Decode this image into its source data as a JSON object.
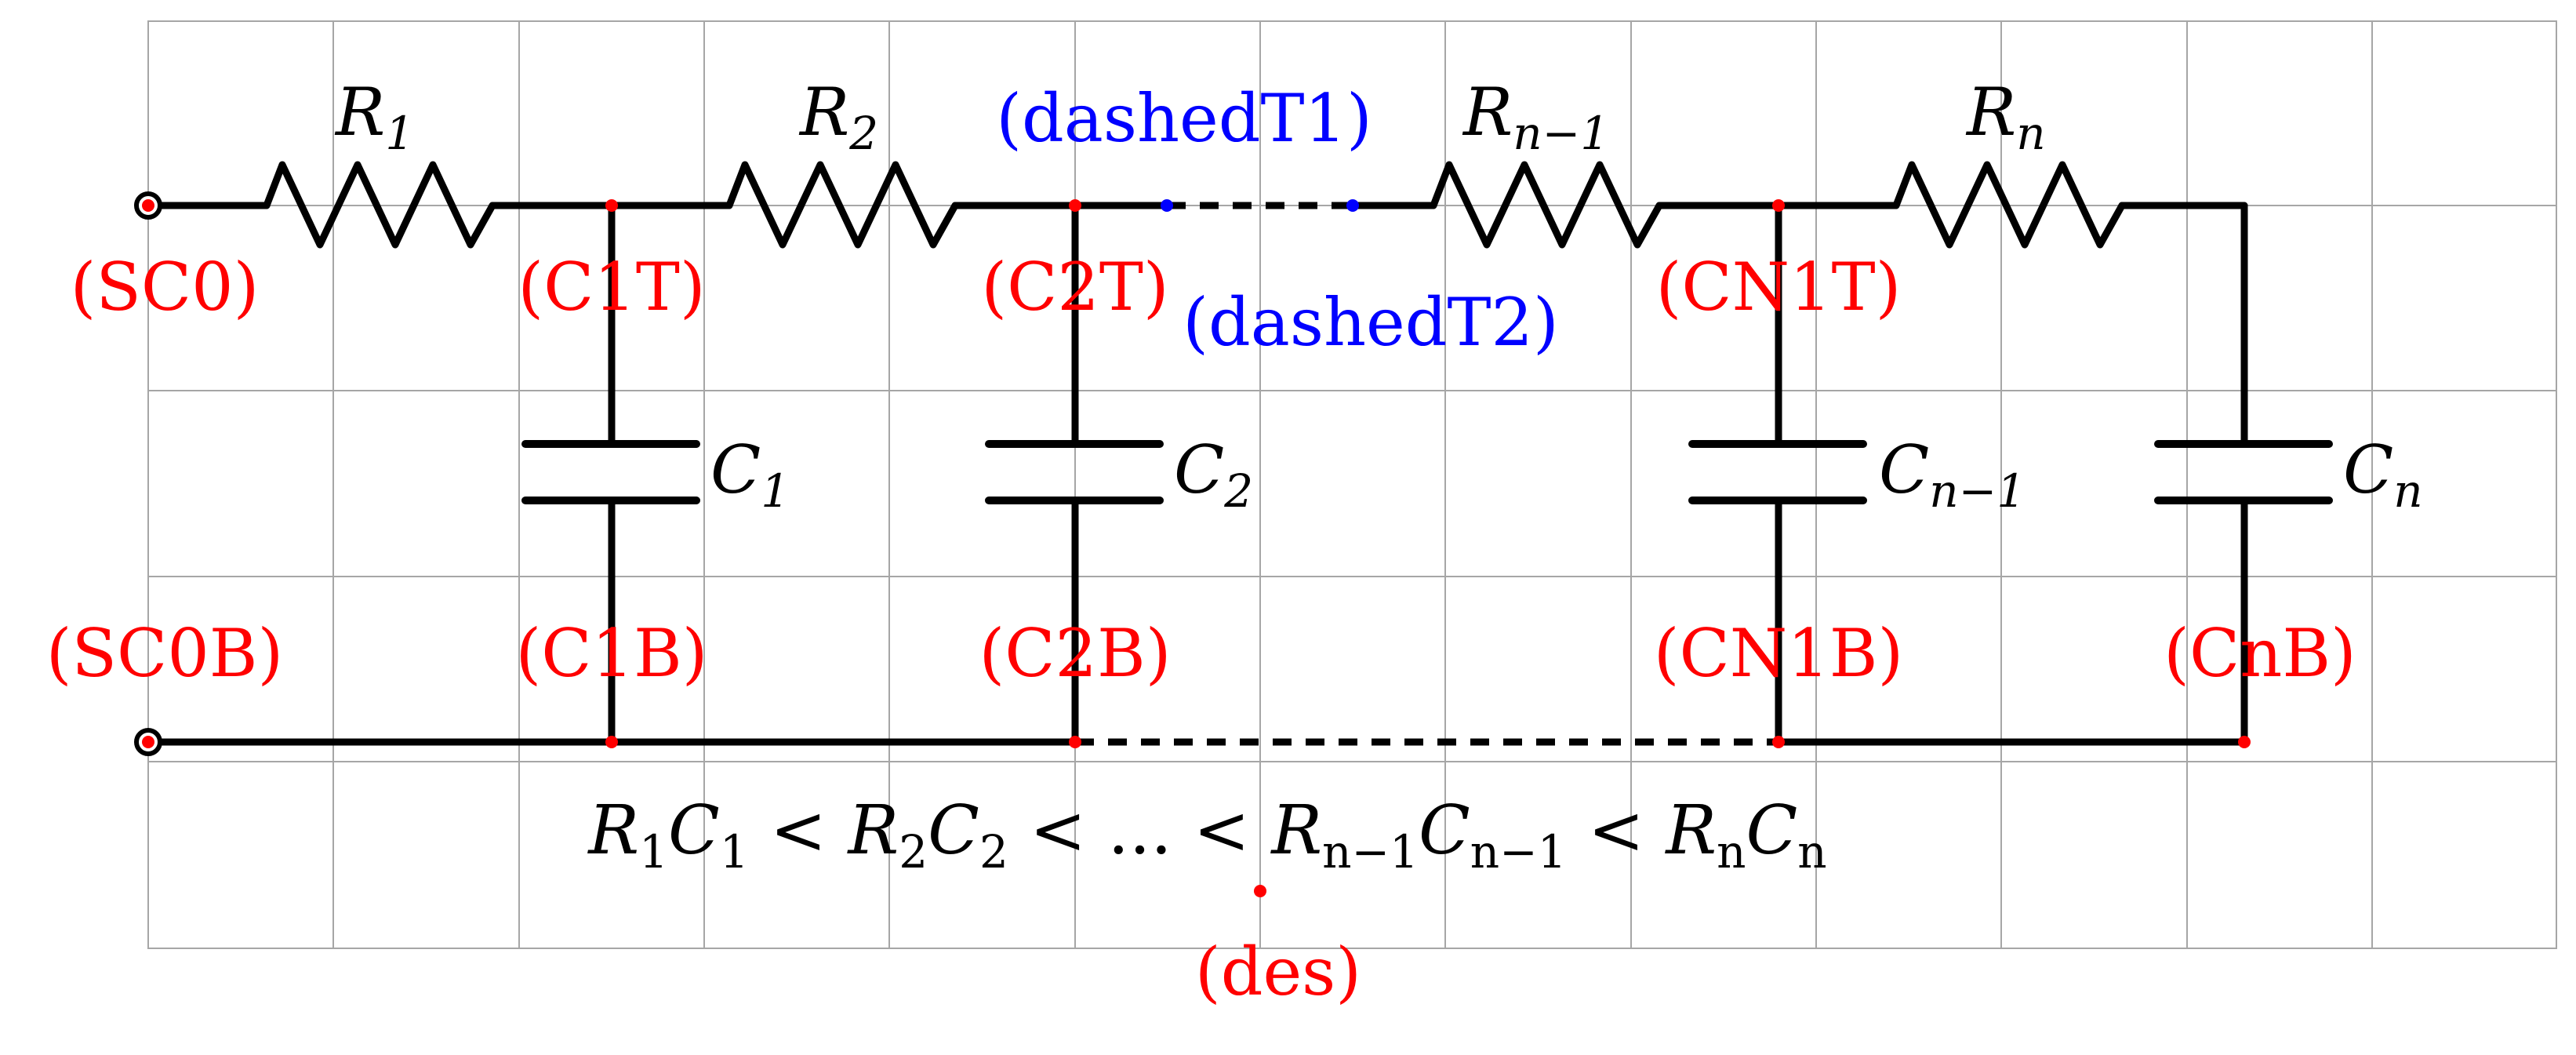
{
  "components": {
    "r1": {
      "base": "R",
      "sub": "1"
    },
    "r2": {
      "base": "R",
      "sub": "2"
    },
    "rn1": {
      "base": "R",
      "sub": "n−1"
    },
    "rn": {
      "base": "R",
      "sub": "n"
    },
    "c1": {
      "base": "C",
      "sub": "1"
    },
    "c2": {
      "base": "C",
      "sub": "2"
    },
    "cn1": {
      "base": "C",
      "sub": "n−1"
    },
    "cn": {
      "base": "C",
      "sub": "n"
    }
  },
  "nodes": {
    "sc0": "(SC0)",
    "sc0b": "(SC0B)",
    "c1t": "(C1T)",
    "c2t": "(C2T)",
    "cn1t": "(CN1T)",
    "c1b": "(C1B)",
    "c2b": "(C2B)",
    "cn1b": "(CN1B)",
    "cnb": "(CnB)",
    "dashed_t1": "(dashedT1)",
    "dashed_t2": "(dashedT2)",
    "des": "(des)"
  },
  "formula": {
    "t1": "R",
    "s1": "1",
    "t2": "C",
    "s2": "1",
    "t3": " < ",
    "t4": "R",
    "s3": "2",
    "t5": "C",
    "s4": "2",
    "t6": " < ... < ",
    "t7": "R",
    "s5": "n−1",
    "t8": "C",
    "s6": "n−1",
    "t9": " < ",
    "t10": "R",
    "s7": "n",
    "t11": "C",
    "s8": "n"
  },
  "colors": {
    "wire": "#000000",
    "node_red": "#ff0000",
    "node_blue": "#0000ff",
    "grid": "#a6a6a6"
  }
}
